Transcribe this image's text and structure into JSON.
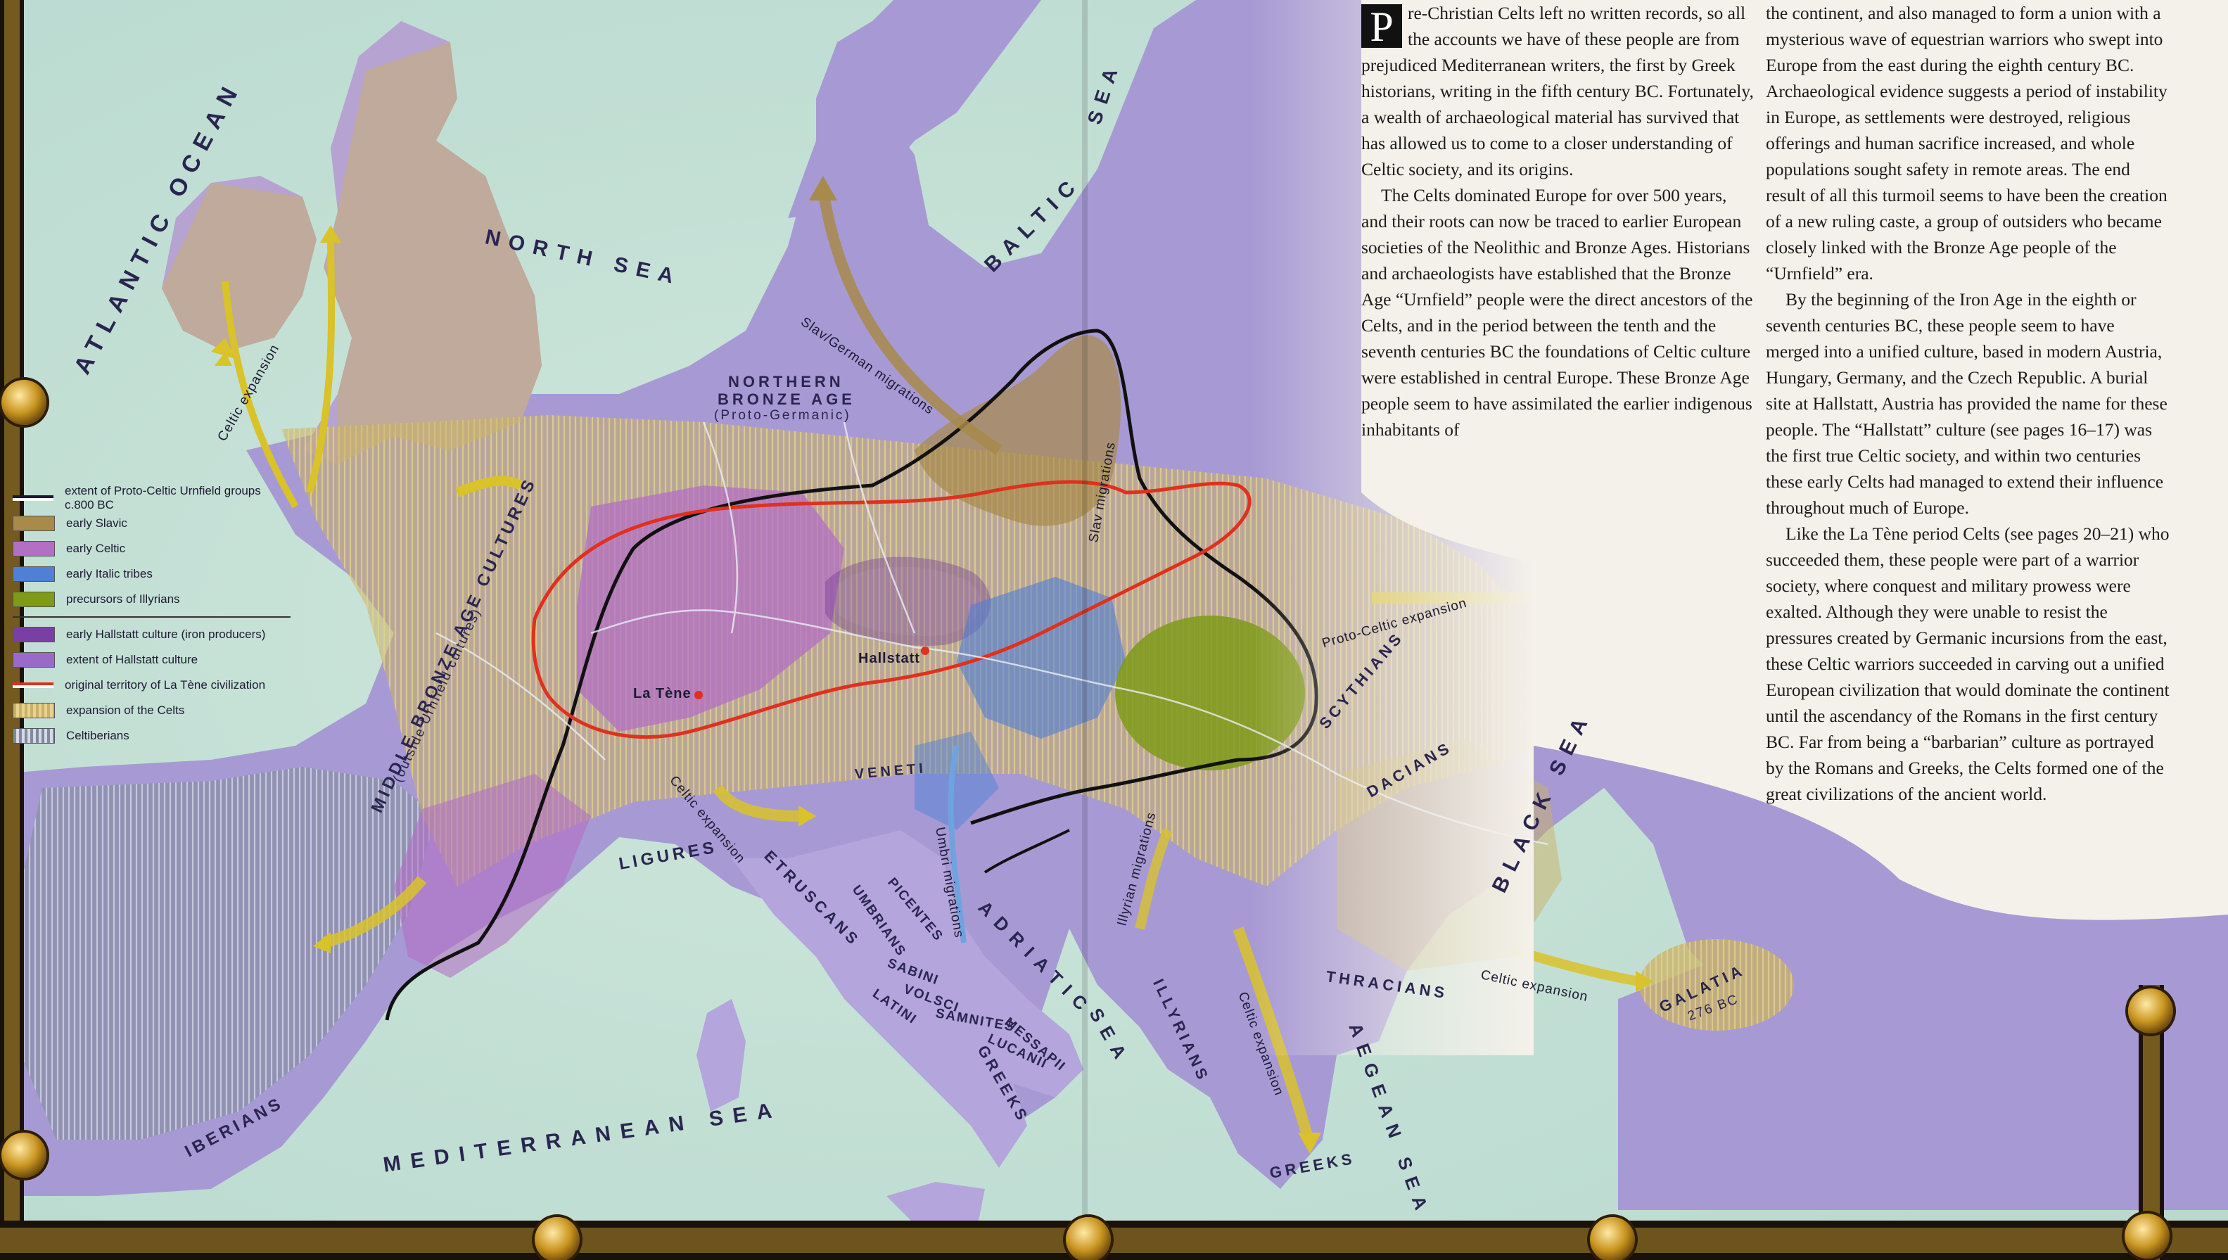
{
  "map": {
    "seas": {
      "atlantic": "ATLANTIC OCEAN",
      "north": "NORTH SEA",
      "baltic": "BALTIC",
      "sea_top": "SEA",
      "black": "BLACK SEA",
      "mediterranean": "MEDITERRANEAN SEA",
      "adriatic": "ADRIATIC",
      "adriatic_sea": "SEA",
      "aegean": "AEGEAN SEA"
    },
    "peoples": {
      "northern_bronze_1": "NORTHERN",
      "northern_bronze_2": "BRONZE AGE",
      "northern_bronze_3": "(Proto-Germanic)",
      "middle_bronze_1": "MIDDLE BRONZE AGE CULTURES",
      "middle_bronze_2": "(outside Urnfield cultures)",
      "iberians": "IBERIANS",
      "ligures": "LIGURES",
      "etruscans": "ETRUSCANS",
      "umbrians": "UMBRIANS",
      "picentes": "PICENTES",
      "sabini": "SABINI",
      "volsci": "VOLSCI",
      "latini": "LATINI",
      "samnites": "SAMNITES",
      "messapii": "MESSAPII",
      "lucanii": "LUCANII",
      "greeks_italy": "GREEKS",
      "veneti": "VENETI",
      "illyrians": "ILLYRIANS",
      "thracians": "THRACIANS",
      "greeks": "GREEKS",
      "dacians": "DACIANS",
      "scythians": "SCYTHIANS",
      "galatia": "GALATIA",
      "galatia_date": "276 BC"
    },
    "places": {
      "la_tene": "La Tène",
      "hallstatt": "Hallstatt"
    },
    "arrows": {
      "celtic_exp_britain": "Celtic expansion",
      "slav_german": "Slav/German migrations",
      "slav_migrations": "Slav migrations",
      "proto_celtic": "Proto-Celtic expansion",
      "celtic_exp_italy": "Celtic expansion",
      "umbri": "Umbri migrations",
      "illyrian": "Illyrian migrations",
      "celtic_exp_greece": "Celtic expansion",
      "celtic_exp_galatia": "Celtic expansion"
    }
  },
  "legend": {
    "items": [
      {
        "label": "extent of Proto-Celtic Urnfield groups c.800 BC",
        "color": "#1a1a2e"
      },
      {
        "label": "early Slavic",
        "color": "#a88a4a"
      },
      {
        "label": "early Celtic",
        "color": "#b36fc4"
      },
      {
        "label": "early Italic tribes",
        "color": "#4f7fd6"
      },
      {
        "label": "precursors of Illyrians",
        "color": "#7f9a18"
      },
      {
        "label": "early Hallstatt culture (iron producers)",
        "color": "#7a3fa5"
      },
      {
        "label": "extent of Hallstatt culture",
        "color": "#9a6ac9"
      },
      {
        "label": "original territory of La Tène civilization",
        "color": "#e0301e"
      },
      {
        "label": "expansion of the Celts",
        "color": "#c9b166"
      },
      {
        "label": "Celtiberians",
        "color": "#7f8b9a"
      }
    ]
  },
  "article": {
    "dropcap": "P",
    "col1": [
      "re-Christian Celts left no written records, so all the accounts we have of these people are from prejudiced Mediterranean writers, the first by Greek historians, writing in the fifth century BC. Fortunately, a wealth of archaeological material has survived that has allowed us to come to a closer understanding of Celtic society, and its origins.",
      "The Celts dominated Europe for over 500 years, and their roots can now be traced to earlier European societies of the Neolithic and Bronze Ages. Historians and archaeologists have established that the Bronze Age “Urnfield” people were the direct ancestors of the Celts, and in the period between the tenth and the seventh centuries BC the foundations of Celtic culture were established in central Europe. These Bronze Age people seem to have assimilated the earlier indigenous inhabitants of"
    ],
    "col2": [
      "the continent, and also managed to form a union with a mysterious wave of equestrian warriors who swept into Europe from the east during the eighth century BC. Archaeological evidence suggests a period of instability in Europe, as settlements were destroyed, religious offerings and human sacrifice increased, and whole populations sought safety in remote areas. The end result of all this turmoil seems to have been the creation of a new ruling caste, a group of outsiders who became closely linked with the Bronze Age people of the “Urnfield” era.",
      "By the beginning of the Iron Age in the eighth or seventh centuries BC, these people seem to have merged into a unified culture, based in modern Austria, Hungary, Germany, and the Czech Republic. A burial site at Hallstatt, Austria has provided the name for these people. The “Hallstatt” culture (see pages 16–17) was the first true Celtic society, and within two centuries these early Celts had managed to extend their influence throughout much of Europe.",
      "Like the La Tène period Celts (see pages 20–21) who succeeded them, these people were part of a warrior society, where conquest and military prowess were exalted. Although they were unable to resist the pressures created by Germanic incursions from the east, these Celtic warriors succeeded in carving out a unified European civilization that would dominate the continent until the ascendancy of the Romans in the first century BC. Far from being a “barbarian” culture as portrayed by the Romans and Greeks, the Celts formed one of the great civilizations of the ancient world."
    ]
  }
}
